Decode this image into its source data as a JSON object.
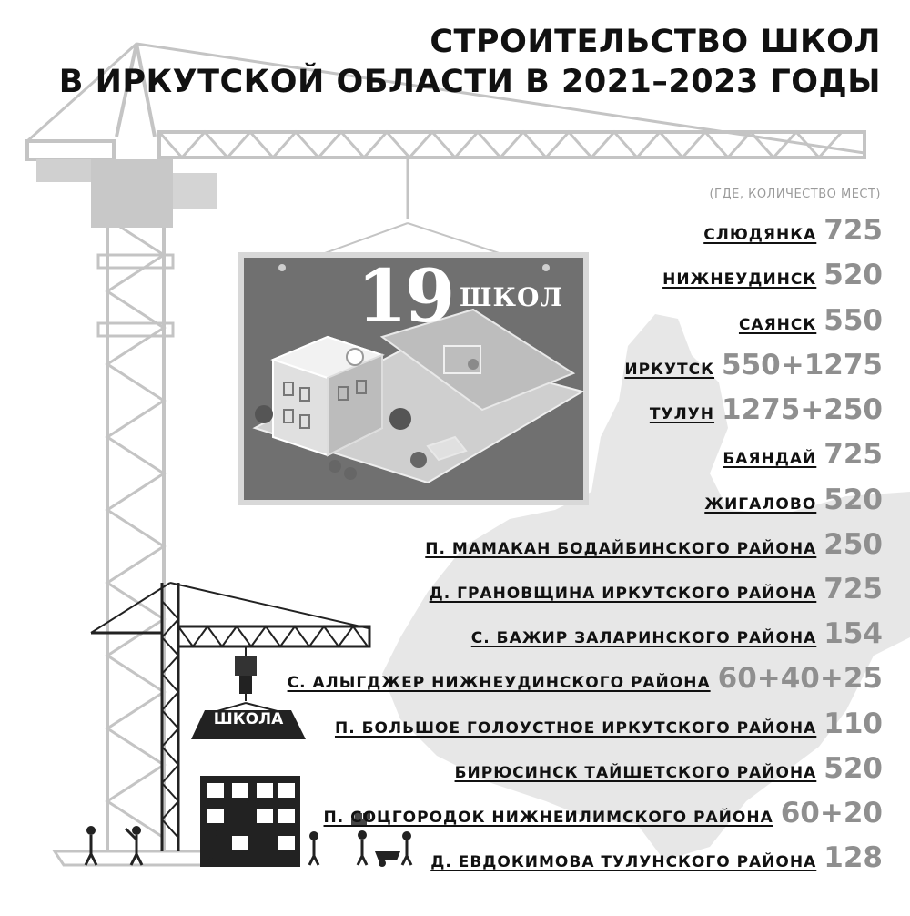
{
  "title": {
    "line1": "СТРОИТЕЛЬСТВО ШКОЛ",
    "line2": "В ИРКУТСКОЙ ОБЛАСТИ В 2021–2023 ГОДЫ"
  },
  "subtitle": "(ГДЕ, КОЛИЧЕСТВО МЕСТ)",
  "badge": {
    "number": "19",
    "word": "ШКОЛ"
  },
  "school_sign": "ШКОЛА",
  "locations": [
    {
      "place": "СЛЮДЯНКА",
      "seats": "725"
    },
    {
      "place": "НИЖНЕУДИНСК",
      "seats": "520"
    },
    {
      "place": "САЯНСК",
      "seats": "550"
    },
    {
      "place": "ИРКУТСК",
      "seats": "550+1275"
    },
    {
      "place": "ТУЛУН",
      "seats": "1275+250"
    },
    {
      "place": "БАЯНДАЙ",
      "seats": "725"
    },
    {
      "place": "ЖИГАЛОВО",
      "seats": "520"
    },
    {
      "place": "П. МАМАКАН БОДАЙБИНСКОГО РАЙОНА",
      "seats": "250"
    },
    {
      "place": "Д. ГРАНОВЩИНА ИРКУТСКОГО РАЙОНА",
      "seats": "725"
    },
    {
      "place": "С. БАЖИР ЗАЛАРИНСКОГО РАЙОНА",
      "seats": "154"
    },
    {
      "place": "С. АЛЫГДЖЕР НИЖНЕУДИНСКОГО РАЙОНА",
      "seats": "60+40+25"
    },
    {
      "place": "П. БОЛЬШОЕ ГОЛОУСТНОЕ ИРКУТСКОГО РАЙОНА",
      "seats": "110"
    },
    {
      "place": "БИРЮСИНСК ТАЙШЕТСКОГО РАЙОНА",
      "seats": "520"
    },
    {
      "place": "П. СОЦГОРОДОК НИЖНЕИЛИМСКОГО РАЙОНА",
      "seats": "60+20"
    },
    {
      "place": "Д. ЕВДОКИМОВА ТУЛУНСКОГО РАЙОНА",
      "seats": "128"
    }
  ],
  "colors": {
    "text": "#111111",
    "numbers": "#8f8f8f",
    "crane": "#c8c8c8",
    "map": "#e6e6e6",
    "panel": "#6f6f6f"
  }
}
